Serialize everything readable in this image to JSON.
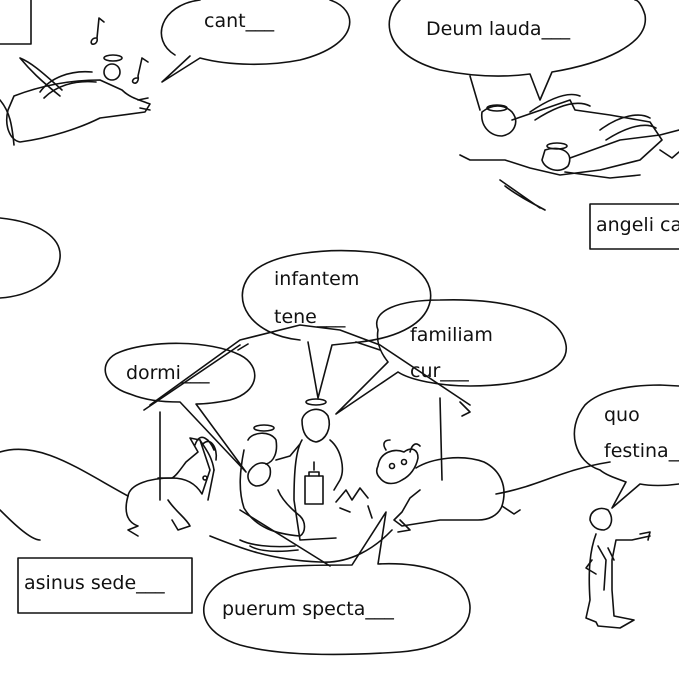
{
  "bubbles": {
    "singing_angel": "cant___",
    "praising_angels": "Deum lauda___",
    "infant": {
      "line1": "infantem",
      "line2": "tene___"
    },
    "family": {
      "line1": "familiam",
      "line2": "cur___"
    },
    "sleeping": "dormi___",
    "traveler": {
      "line1": "quo",
      "line2": "festina___"
    },
    "ox": "puerum specta___"
  },
  "boxes": {
    "angels_caption": "angeli can",
    "donkey_caption": "asinus sede___"
  },
  "colors": {
    "ink": "#111111",
    "paper": "#ffffff"
  }
}
